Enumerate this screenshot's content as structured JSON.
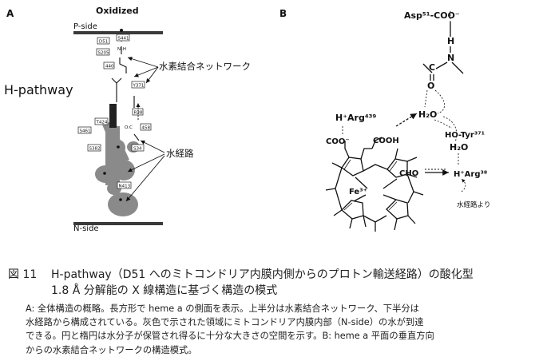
{
  "panelA": {
    "label": "A",
    "title": "Oxidized",
    "p_side": "P-side",
    "n_side": "N-side",
    "h_pathway": "H-pathway",
    "residues": {
      "s441": "S441",
      "d51": "D51",
      "s205": "S205",
      "n440": "440",
      "y371": "Y371",
      "r38": "R38",
      "t424": "T424",
      "s461": "S461",
      "s382": "S382",
      "s34": "S34",
      "n458": "458",
      "n413": "N413"
    },
    "nh_label": "N–H",
    "cho_label": "O:C",
    "hbond_network_label": "水素結合ネットワーク",
    "water_channel_label": "水経路"
  },
  "panelB": {
    "label": "B",
    "asp": "Asp⁵¹-COO⁻",
    "h": "H",
    "n": "N",
    "c": "C",
    "o": "O",
    "h2o": "H₂O",
    "arg439": "H⁺Arg⁴³⁹",
    "coo_minus": "COO⁻",
    "cooh": "COOH",
    "cho": "CHO",
    "tyr": "HO-Tyr³⁷¹",
    "arg38": "H⁺Arg³⁸",
    "fe": "Fe³⁺",
    "from_channel": "水経路より"
  },
  "caption": {
    "label": "図 11",
    "title_line1": "H-pathway（D51 へのミトコンドリア内膜内側からのプロトン輸送経路）の酸化型",
    "title_line2": "1.8 Å 分解能の X 線構造に基づく構造の模式",
    "desc_line1": "A: 全体構造の概略。長方形で heme a の側面を表示。上半分は水素結合ネットワーク、下半分は",
    "desc_line2": "水経路から構成されている。灰色で示された領域にミトコンドリア内膜内部（N-side）の水が到達",
    "desc_line3": "できる。円と楕円は水分子が保管され得るに十分な大きさの空間を示す。B: heme a 平面の垂直方向",
    "desc_line4": "からの水素結合ネットワークの構造模式。"
  }
}
